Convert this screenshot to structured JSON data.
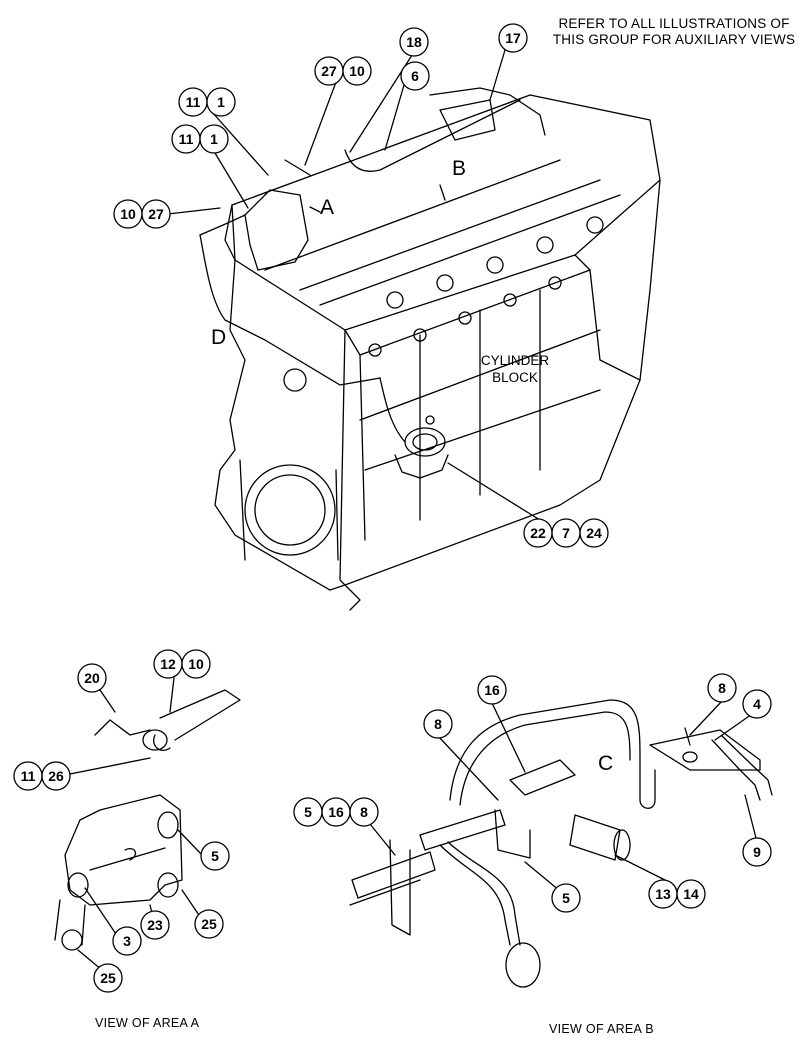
{
  "note": {
    "line1": "REFER TO ALL ILLUSTRATIONS OF",
    "line2": "THIS GROUP FOR AUXILIARY VIEWS"
  },
  "engine": {
    "label_line1": "CYLINDER",
    "label_line2": "BLOCK",
    "area_letters": {
      "a": "A",
      "b": "B",
      "d": "D"
    }
  },
  "view_b": {
    "area_letter_c": "C"
  },
  "captions": {
    "view_a": "VIEW OF AREA A",
    "view_b": "VIEW OF AREA B"
  },
  "callouts": {
    "c18": "18",
    "c17": "17",
    "c27a": "27",
    "c10a": "10",
    "c6": "6",
    "c11a": "11",
    "c1a": "1",
    "c11b": "11",
    "c1b": "1",
    "c10b": "10",
    "c27b": "27",
    "c22": "22",
    "c7": "7",
    "c24": "24",
    "c20": "20",
    "c12": "12",
    "c10c": "10",
    "c11c": "11",
    "c26": "26",
    "c5a": "5",
    "c23": "23",
    "c25a": "25",
    "c3": "3",
    "c25b": "25",
    "c16a": "16",
    "c8a": "8",
    "c8b": "8",
    "c4": "4",
    "c5b": "5",
    "c16b": "16",
    "c8c": "8",
    "c5c": "5",
    "c9": "9",
    "c13": "13",
    "c14": "14"
  }
}
